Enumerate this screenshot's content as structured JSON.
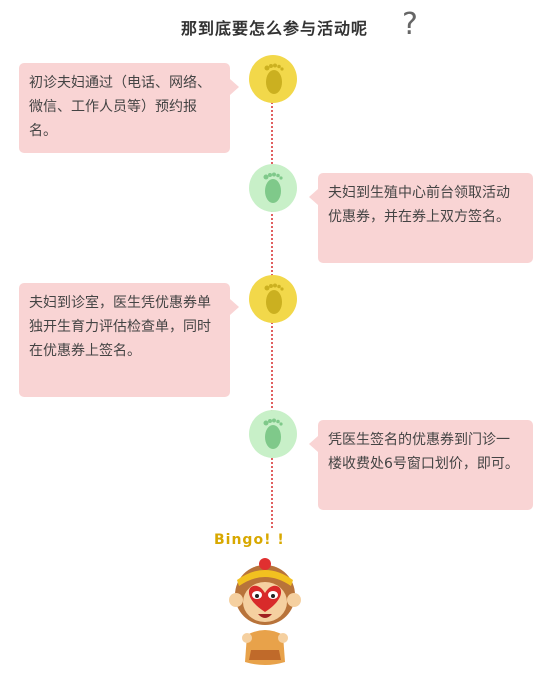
{
  "header": {
    "title": "那到底要怎么参与活动呢",
    "question_mark": "?"
  },
  "steps": [
    {
      "text": "初诊夫妇通过（电话、网络、微信、工作人员等）预约报名。",
      "icon": "foot-icon",
      "color": "#f2d84a"
    },
    {
      "text": "夫妇到生殖中心前台领取活动优惠券，并在券上双方签名。",
      "icon": "foot-icon",
      "color": "#c8f0c8"
    },
    {
      "text": "夫妇到诊室，医生凭优惠券单独开生育力评估检查单，同时在优惠券上签名。",
      "icon": "foot-icon",
      "color": "#f2d84a"
    },
    {
      "text": "凭医生签名的优惠券到门诊一楼收费处6号窗口划价，即可。",
      "icon": "foot-icon",
      "color": "#c8f0c8"
    }
  ],
  "footer": {
    "bingo": "Bingo! !",
    "mascot": "monkey-king-mascot"
  }
}
